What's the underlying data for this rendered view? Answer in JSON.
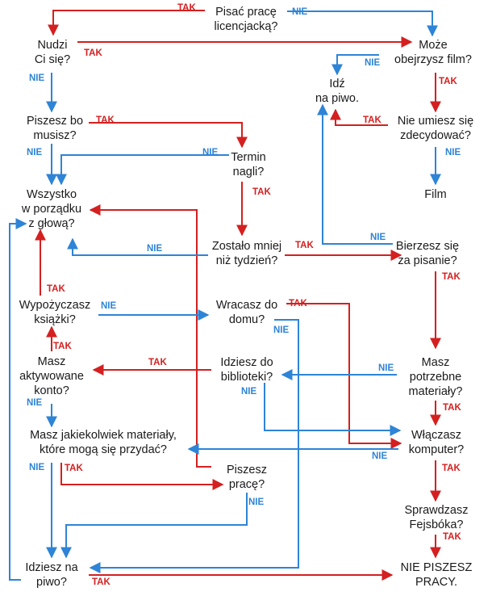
{
  "colors": {
    "tak": "#d42020",
    "nie": "#2e84d6",
    "text": "#1a1a1a",
    "background": "#ffffff"
  },
  "nodes": {
    "pisac_prace": [
      "Pisać pracę",
      "licencjacką?"
    ],
    "nudzi": [
      "Nudzi",
      "Ci się?"
    ],
    "moze_film": [
      "Może",
      "obejrzysz film?"
    ],
    "idz_piwo": [
      "Idź",
      "na piwo."
    ],
    "piszesz_bo": [
      "Piszesz bo",
      "musisz?"
    ],
    "nie_umiesz": [
      "Nie umiesz się",
      "zdecydować?"
    ],
    "termin": [
      "Termin",
      "nagli?"
    ],
    "film": [
      "Film"
    ],
    "wszystko": [
      "Wszystko",
      "w porządku",
      "z głową?"
    ],
    "zostalo": [
      "Zostało mniej",
      "niż tydzień?"
    ],
    "bierzesz": [
      "Bierzesz się",
      "za pisanie?"
    ],
    "wypozyczasz": [
      "Wypożyczasz",
      "książki?"
    ],
    "wracasz": [
      "Wracasz do",
      "domu?"
    ],
    "masz_konto": [
      "Masz",
      "aktywowane",
      "konto?"
    ],
    "idziesz_biblioteki": [
      "Idziesz do",
      "biblioteki?"
    ],
    "masz_potrzebne": [
      "Masz",
      "potrzebne",
      "materiały?"
    ],
    "masz_jakiekolwiek": [
      "Masz jakiekolwiek materiały,",
      "które mogą się przydać?"
    ],
    "wlaczasz": [
      "Włączasz",
      "komputer?"
    ],
    "piszesz_prace": [
      "Piszesz",
      "pracę?"
    ],
    "sprawdzasz": [
      "Sprawdzasz",
      "Fejsbóka?"
    ],
    "idziesz_na_piwo": [
      "Idziesz na",
      "piwo?"
    ],
    "nie_piszesz": [
      "NIE PISZESZ",
      "PRACY."
    ]
  },
  "labels": {
    "yes": "TAK",
    "no": "NIE"
  }
}
